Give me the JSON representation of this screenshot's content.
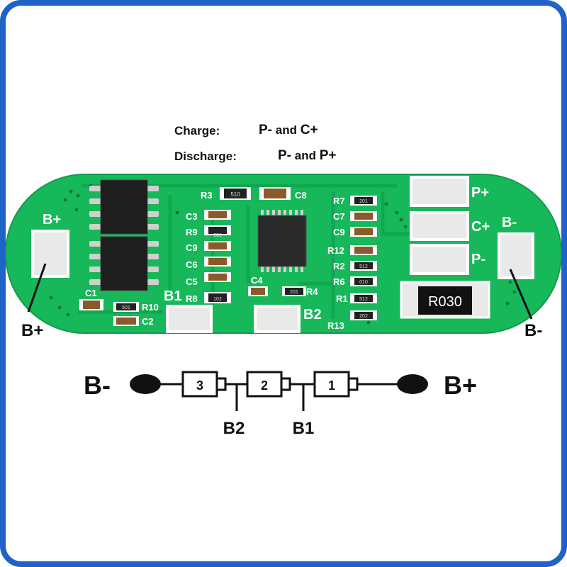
{
  "modes": {
    "charge": {
      "label": "Charge:",
      "value": "P- and C+",
      "p_part": "P-",
      "and_part": "and",
      "c_part": "C+"
    },
    "discharge": {
      "label": "Discharge:",
      "value": "P- and P+",
      "p_part": "P-",
      "and_part": "and",
      "c_part": "P+"
    }
  },
  "board": {
    "pad_labels": {
      "b_plus": "B+",
      "b1": "B1",
      "b2": "B2",
      "p_plus": "P+",
      "c_plus": "C+",
      "b_minus": "B-",
      "p_minus": "P-"
    },
    "component_labels": {
      "r3": "R3",
      "c8": "C8",
      "c3": "C3",
      "r9": "R9",
      "c9_left": "C9",
      "c6": "C6",
      "c5": "C5",
      "r8": "R8",
      "c4": "C4",
      "r4": "R4",
      "c1": "C1",
      "r10": "R10",
      "c2": "C2",
      "r7": "R7",
      "c7": "C7",
      "c9_right": "C9",
      "r12": "R12",
      "r2": "R2",
      "r6": "R6",
      "r1": "R1",
      "r13": "R13"
    },
    "shunt_marking": "R030",
    "small_codes": {
      "r3_code": "510",
      "r4_code": "201",
      "r9_code": "201",
      "r7_code": "201",
      "r2_code": "512",
      "r6_code": "010",
      "r1_code": "512",
      "r13_code": "202",
      "r8_code": "102",
      "r10_code": "501"
    }
  },
  "callouts": {
    "left_b_plus": "B+",
    "right_b_minus": "B-"
  },
  "schematic": {
    "left_terminal": "B-",
    "right_terminal": "B+",
    "cells": [
      "3",
      "2",
      "1"
    ],
    "taps": [
      "B2",
      "B1"
    ]
  },
  "colors": {
    "frame": "#1f63c9",
    "pcb": "#17b85a",
    "pad": "#e9e9e9",
    "silk": "#ffffff"
  }
}
